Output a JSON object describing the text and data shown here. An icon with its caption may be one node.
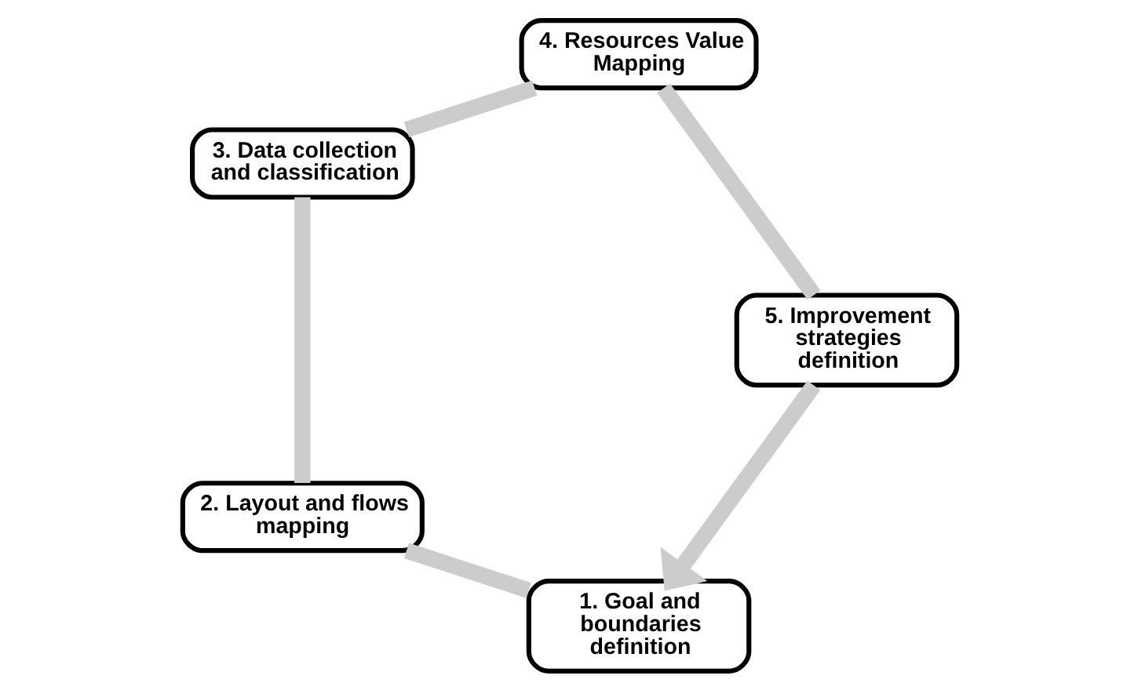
{
  "diagram": {
    "nodes": [
      {
        "text": [
          "1. Goal and boundaries definition"
        ]
      },
      {
        "text": [
          "2. Layout and flows mapping"
        ]
      },
      {
        "text": [
          "3. Data collection and classification"
        ]
      },
      {
        "text": [
          "4. Resources Value Mapping"
        ]
      },
      {
        "text": [
          "5. Improvement strategies definition"
        ]
      }
    ],
    "edges": [
      {
        "from": 0,
        "to": 1,
        "arrow": "none"
      },
      {
        "from": 1,
        "to": 2,
        "arrow": "none"
      },
      {
        "from": 2,
        "to": 3,
        "arrow": "none"
      },
      {
        "from": 3,
        "to": 4,
        "arrow": "none"
      },
      {
        "from": 4,
        "to": 0,
        "arrow": "to"
      }
    ]
  }
}
